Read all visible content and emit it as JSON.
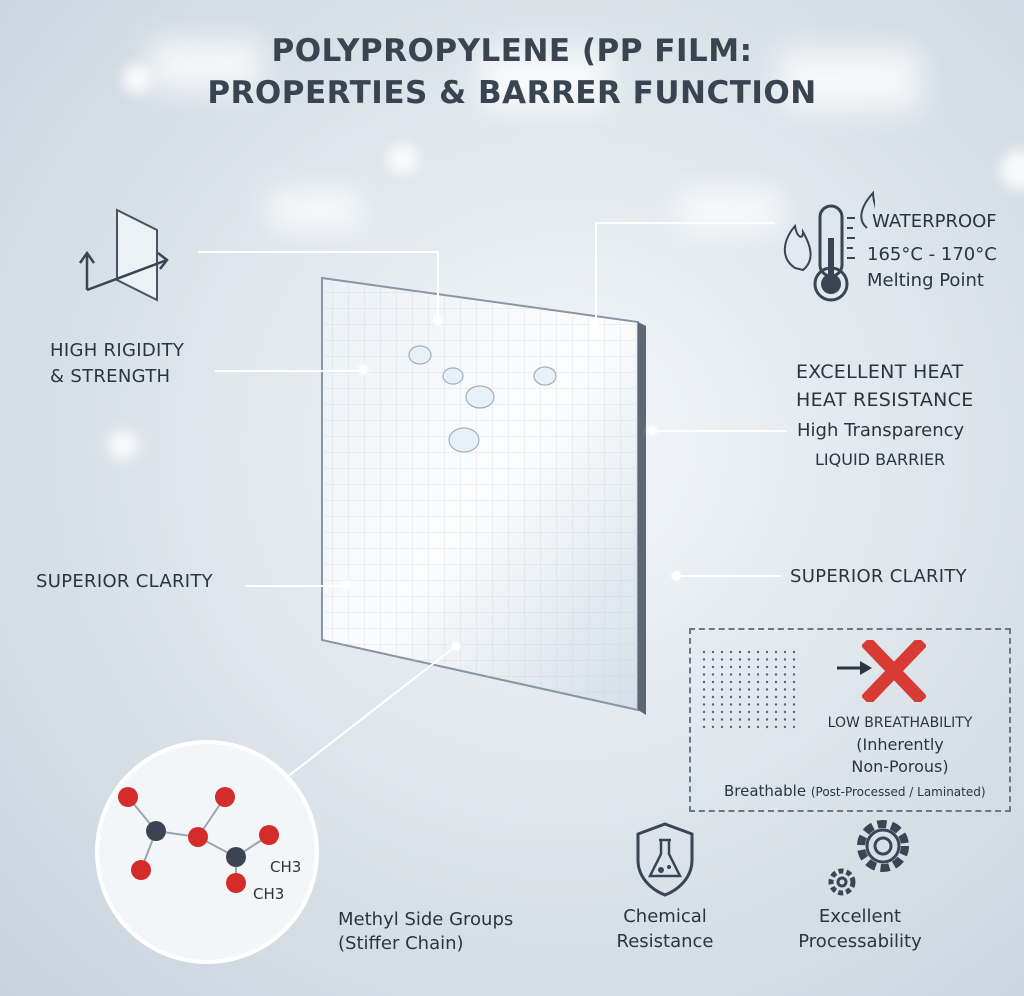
{
  "title": {
    "line1": "POLYPROPYLENE (PP FILM:",
    "line2": "PROPERTIES & BARRER FUNCTION"
  },
  "labels": {
    "rigidity": {
      "line1": "HIGH RIGIDITY",
      "line2": "& STRENGTH"
    },
    "clarity_left": "SUPERIOR CLARITY",
    "clarity_right": "SUPERIOR CLARITY",
    "waterproof": "WATERPROOF",
    "melting_temp": "165°C - 170°C",
    "melting_label": "Melting Point",
    "heat": {
      "line1": "EXCELLENT HEAT",
      "line2": "HEAT RESISTANCE"
    },
    "transparency": "High Transparency",
    "liquid_barrier": "LIQUID BARRIER",
    "breathability": {
      "line1": "LOW BREATHABILITY",
      "line2": "(Inherently",
      "line3": "Non-Porous)"
    },
    "breathable": "Breathable",
    "breathable_note": "(Post-Processed / Laminated)",
    "methyl": {
      "line1": "Methyl Side Groups",
      "line2": "(Stiffer Chain)"
    },
    "chemical": {
      "line1": "Chemical",
      "line2": "Resistance"
    },
    "processability": {
      "line1": "Excellent",
      "line2": "Processability"
    },
    "ch3_a": "CH3",
    "ch3_b": "CH3"
  },
  "colors": {
    "accent_red": "#d83a35",
    "text": "#2b3440",
    "atom_red": "#d42b2b",
    "atom_dark": "#3a4452"
  }
}
